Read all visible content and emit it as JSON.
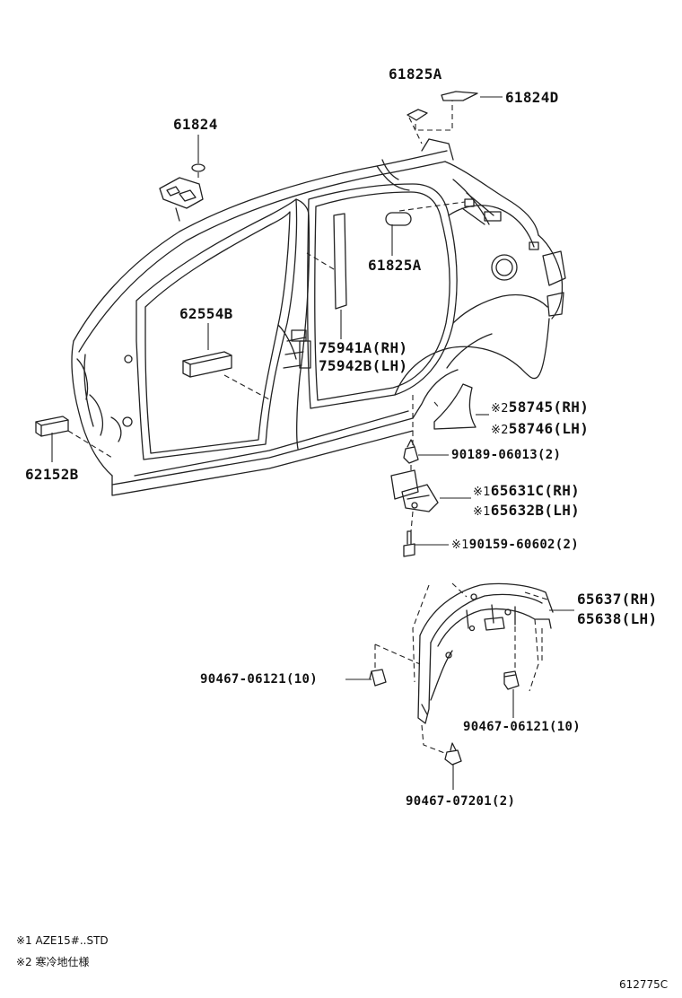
{
  "parts": {
    "p61825a_top": "61825A",
    "p61824d": "61824D",
    "p61824": "61824",
    "p61825a_mid": "61825A",
    "p62554b": "62554B",
    "p75941a": "75941A(RH)",
    "p75942b": "75942B(LH)",
    "p62152b": "62152B",
    "p58745": "58745(RH)",
    "p58746": "58746(LH)",
    "p90189": "90189-06013(2)",
    "p65631c": "65631C(RH)",
    "p65632b": "65632B(LH)",
    "p90159": "90159-60602(2)",
    "p65637": "65637(RH)",
    "p65638": "65638(LH)",
    "p90467_left": "90467-06121(10)",
    "p90467_right": "90467-06121(10)",
    "p90467_07201": "90467-07201(2)"
  },
  "markers": {
    "m2": "※2",
    "m1": "※1"
  },
  "notes": {
    "n1": "※1 AZE15#..STD",
    "n2": "※2 寒冷地仕様"
  },
  "reference_code": "612775C"
}
